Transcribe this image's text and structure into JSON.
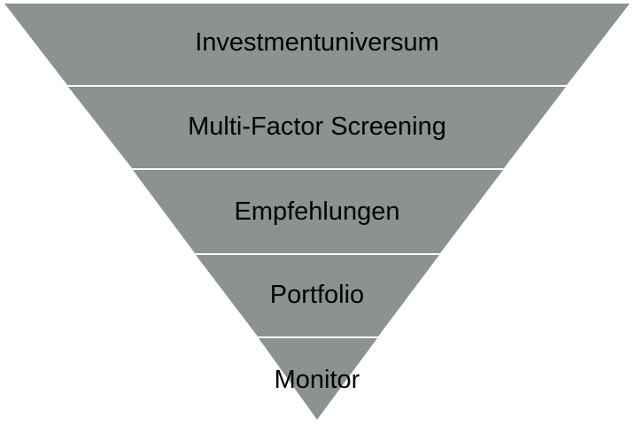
{
  "funnel": {
    "fill_color": "#8c9191",
    "separator_color": "#ffffff",
    "label_color": "#000000",
    "stages": [
      {
        "label": "Investmentuniversum"
      },
      {
        "label": "Multi-Factor Screening"
      },
      {
        "label": "Empfehlungen"
      },
      {
        "label": "Portfolio"
      },
      {
        "label": "Monitor"
      }
    ]
  }
}
